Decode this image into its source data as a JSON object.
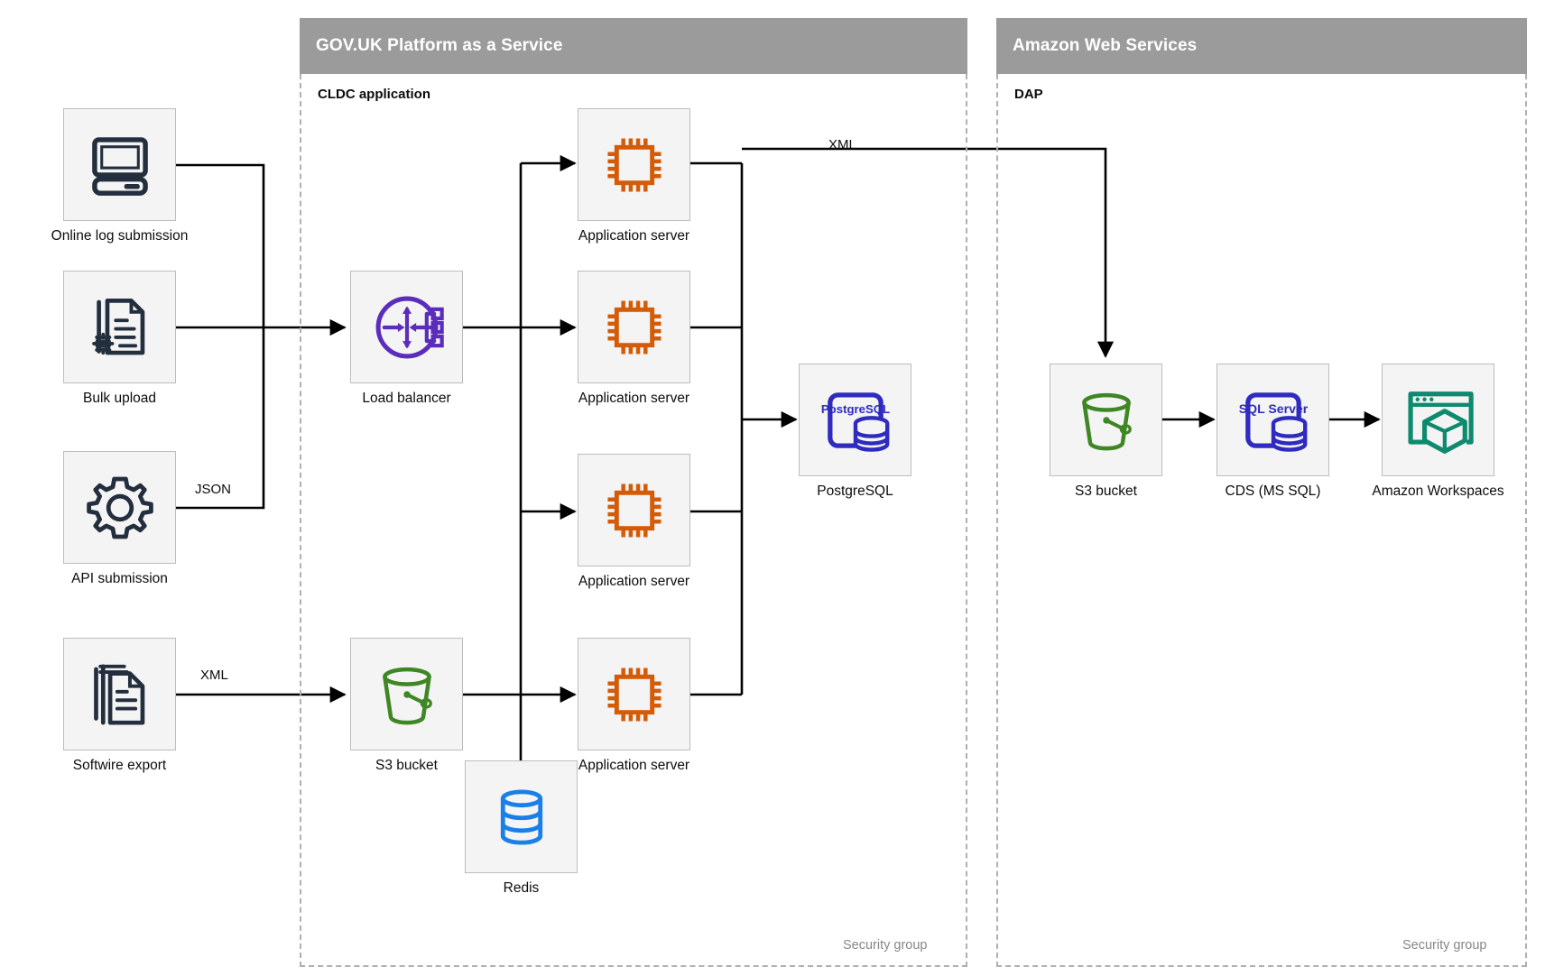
{
  "sections": [
    {
      "id": "paas",
      "title": "GOV.UK Platform as a Service",
      "region_title": "CLDC application",
      "security_group_label": "Security group"
    },
    {
      "id": "aws",
      "title": "Amazon Web Services",
      "region_title": "DAP",
      "security_group_label": "Security group"
    }
  ],
  "colors": {
    "header_bar": "#9b9b9b",
    "tile_bg": "#f4f4f4",
    "tile_border": "#bdbdbd",
    "dashed_border": "#b0b0b0",
    "icon_dark": "#232f3e",
    "icon_orange": "#d45b07",
    "icon_purple": "#5a2dbb",
    "icon_green": "#3f8624",
    "icon_blue": "#1a7fe8",
    "icon_indigo": "#2f2bbf",
    "icon_teal": "#0e8a6e",
    "line": "#000000",
    "text": "#0b0c0c",
    "muted_text": "#878787"
  },
  "nodes": {
    "online_log_submission": {
      "label": "Online log submission",
      "icon": "desktop-computer-icon"
    },
    "bulk_upload": {
      "label": "Bulk upload",
      "icon": "document-gear-icon"
    },
    "api_submission": {
      "label": "API submission",
      "icon": "gear-icon"
    },
    "softwire_export": {
      "label": "Softwire export",
      "icon": "document-stack-icon"
    },
    "load_balancer": {
      "label": "Load balancer",
      "icon": "load-balancer-icon"
    },
    "app_server_1": {
      "label": "Application server",
      "icon": "cpu-chip-icon"
    },
    "app_server_2": {
      "label": "Application server",
      "icon": "cpu-chip-icon"
    },
    "app_server_3": {
      "label": "Application server",
      "icon": "cpu-chip-icon"
    },
    "app_server_4": {
      "label": "Application server",
      "icon": "cpu-chip-icon"
    },
    "postgresql": {
      "label": "PostgreSQL",
      "icon": "postgresql-icon",
      "icon_text": "PostgreSQL"
    },
    "s3_bucket_paas": {
      "label": "S3 bucket",
      "icon": "s3-bucket-icon"
    },
    "redis": {
      "label": "Redis",
      "icon": "database-cylinder-icon"
    },
    "s3_bucket_aws": {
      "label": "S3 bucket",
      "icon": "s3-bucket-icon"
    },
    "cds_ms_sql": {
      "label": "CDS (MS SQL)",
      "icon": "sql-server-icon",
      "icon_text": "SQL Server"
    },
    "amazon_workspaces": {
      "label": "Amazon Workspaces",
      "icon": "amazon-workspaces-icon"
    }
  },
  "edge_labels": {
    "json": "JSON",
    "xml_softwire": "XML",
    "xml_to_s3": "XML"
  }
}
